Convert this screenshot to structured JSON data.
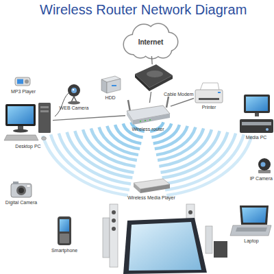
{
  "diagram": {
    "title": "Wireless Router Network Diagram",
    "nodes": [
      {
        "text": [
          "Internet"
        ]
      },
      {
        "text": [
          "MP3 Player"
        ]
      },
      {
        "text": [
          "HDD"
        ]
      },
      {
        "text": [
          "WEB Camera"
        ]
      },
      {
        "text": [
          "Cable Modem"
        ]
      },
      {
        "text": [
          "Printer"
        ]
      },
      {
        "text": [
          "Desktop PC"
        ]
      },
      {
        "text": [
          "Wireless router"
        ]
      },
      {
        "text": [
          "Media PC"
        ]
      },
      {
        "text": [
          "IP Camera"
        ]
      },
      {
        "text": [
          "Digital Camera"
        ]
      },
      {
        "text": [
          "Wireless Media Player"
        ]
      },
      {
        "text": [
          "Smartphone"
        ]
      },
      {
        "text": [
          "Laptop"
        ]
      }
    ],
    "edges": [
      {
        "from": 0,
        "to": 4,
        "arrow": "none"
      },
      {
        "from": 4,
        "to": 7,
        "arrow": "none"
      },
      {
        "from": 7,
        "to": 5,
        "arrow": "none"
      },
      {
        "from": 6,
        "to": 7,
        "arrow": "none"
      }
    ]
  }
}
